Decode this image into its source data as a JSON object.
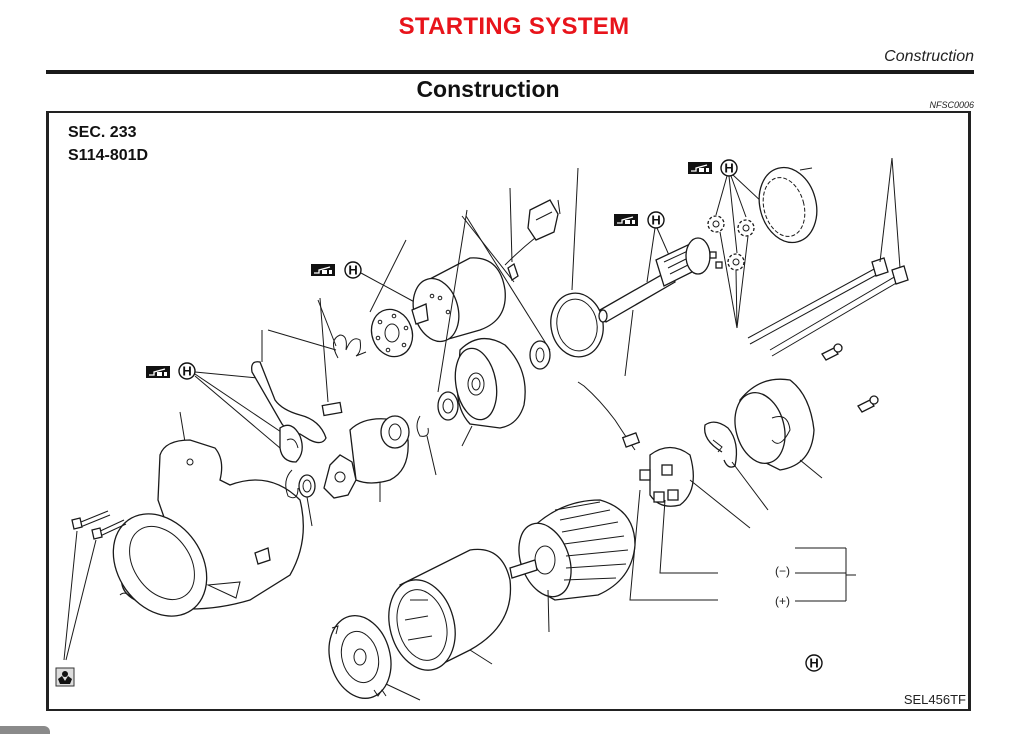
{
  "header": {
    "section_title": "STARTING SYSTEM",
    "section_subtitle": "Construction",
    "page_heading": "Construction",
    "reference_code": "NFSC0006"
  },
  "figure": {
    "section_number": "SEC. 233",
    "model_number": "S114-801D",
    "figure_id": "SEL456TF",
    "polarity_labels": {
      "negative": "(−)",
      "positive": "(+)"
    },
    "symbols": {
      "grease_point": "H",
      "grease_icon": "grease-gun-icon",
      "torque_icon": "wrench-hands-icon"
    },
    "parts": [
      "gear-case",
      "through-bolts",
      "shift-lever",
      "dust-cover",
      "torsion-spring",
      "magnetic-switch-assembly",
      "packing",
      "pinion-assembly",
      "stopper-ring",
      "internal-gear-housing",
      "shaft-with-planet-gear-carrier",
      "planetary-gears",
      "internal-gear",
      "yoke",
      "armature",
      "brush-holder-assembly",
      "rear-cover",
      "lock-plate",
      "rear-bracket-screws",
      "shim-plate"
    ]
  }
}
